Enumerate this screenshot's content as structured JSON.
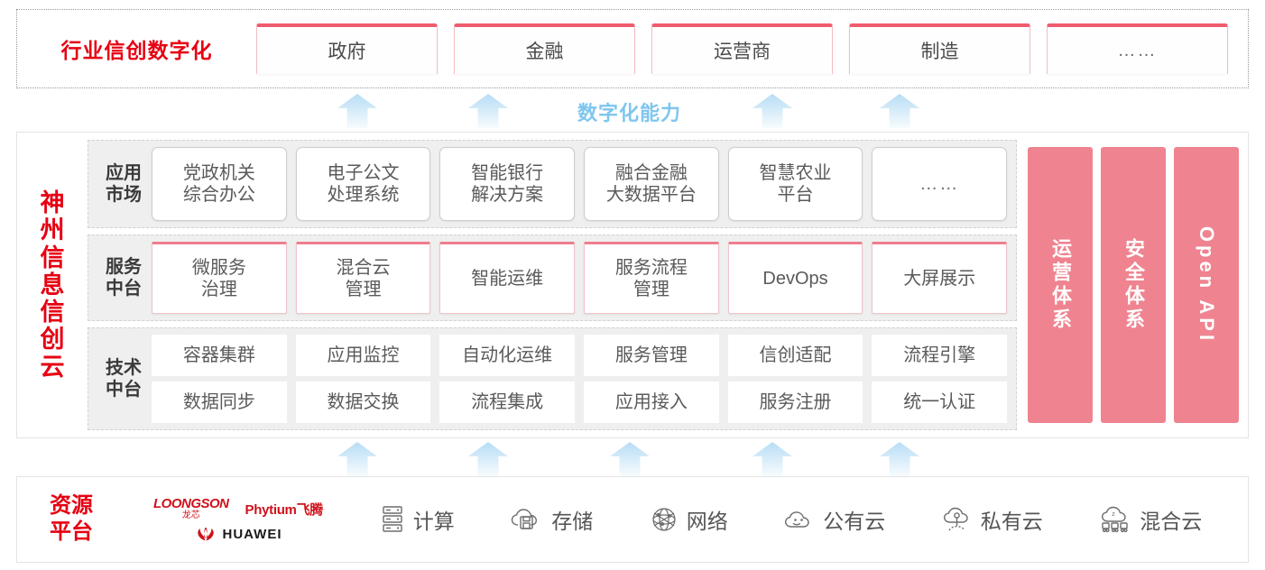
{
  "industry": {
    "title": "行业信创数字化",
    "cards": [
      "政府",
      "金融",
      "运营商",
      "制造",
      "……"
    ]
  },
  "capability": {
    "label": "数字化能力",
    "arrow_count_top": 4,
    "arrow_count_bottom": 5,
    "arrow_color": "#b7ddf5"
  },
  "cloud": {
    "title": "神州信息信创云",
    "title_chars": [
      "神",
      "州",
      "信",
      "息",
      "信",
      "创",
      "云"
    ],
    "accent_color": "#e60012",
    "tiers": [
      {
        "id": "app-market",
        "label": "应用\n市场",
        "label_lines": [
          "应用",
          "市场"
        ],
        "cards": [
          "党政机关\n综合办公",
          "电子公文\n处理系统",
          "智能银行\n解决方案",
          "融合金融\n大数据平台",
          "智慧农业\n平台",
          "……"
        ]
      },
      {
        "id": "service-platform",
        "label_lines": [
          "服务",
          "中台"
        ],
        "cards": [
          "微服务\n治理",
          "混合云\n管理",
          "智能运维",
          "服务流程\n管理",
          "DevOps",
          "大屏展示"
        ]
      },
      {
        "id": "tech-platform",
        "label_lines": [
          "技术",
          "中台"
        ],
        "rows": [
          [
            "容器集群",
            "应用监控",
            "自动化运维",
            "服务管理",
            "信创适配",
            "流程引擎"
          ],
          [
            "数据同步",
            "数据交换",
            "流程集成",
            "应用接入",
            "服务注册",
            "统一认证"
          ]
        ]
      }
    ],
    "pillars": [
      {
        "id": "operations",
        "text": "运营体系",
        "orientation": "vertical-cn"
      },
      {
        "id": "security",
        "text": "安全体系",
        "orientation": "vertical-cn"
      },
      {
        "id": "open-api",
        "text": "Open API",
        "orientation": "rotated-en"
      }
    ],
    "pillar_color": "#ef8490"
  },
  "resource": {
    "title_lines": [
      "资源",
      "平台"
    ],
    "vendors": [
      {
        "id": "loongson",
        "main": "LOONGSON",
        "sub": "龙芯"
      },
      {
        "id": "phytium",
        "main": "Phytium飞腾"
      },
      {
        "id": "huawei",
        "main": "HUAWEI"
      }
    ],
    "items": [
      {
        "icon": "server-rack-icon",
        "label": "计算"
      },
      {
        "icon": "cloud-storage-icon",
        "label": "存储"
      },
      {
        "icon": "network-mesh-icon",
        "label": "网络"
      },
      {
        "icon": "public-cloud-icon",
        "label": "公有云"
      },
      {
        "icon": "private-cloud-icon",
        "label": "私有云"
      },
      {
        "icon": "hybrid-cloud-icon",
        "label": "混合云"
      }
    ]
  }
}
